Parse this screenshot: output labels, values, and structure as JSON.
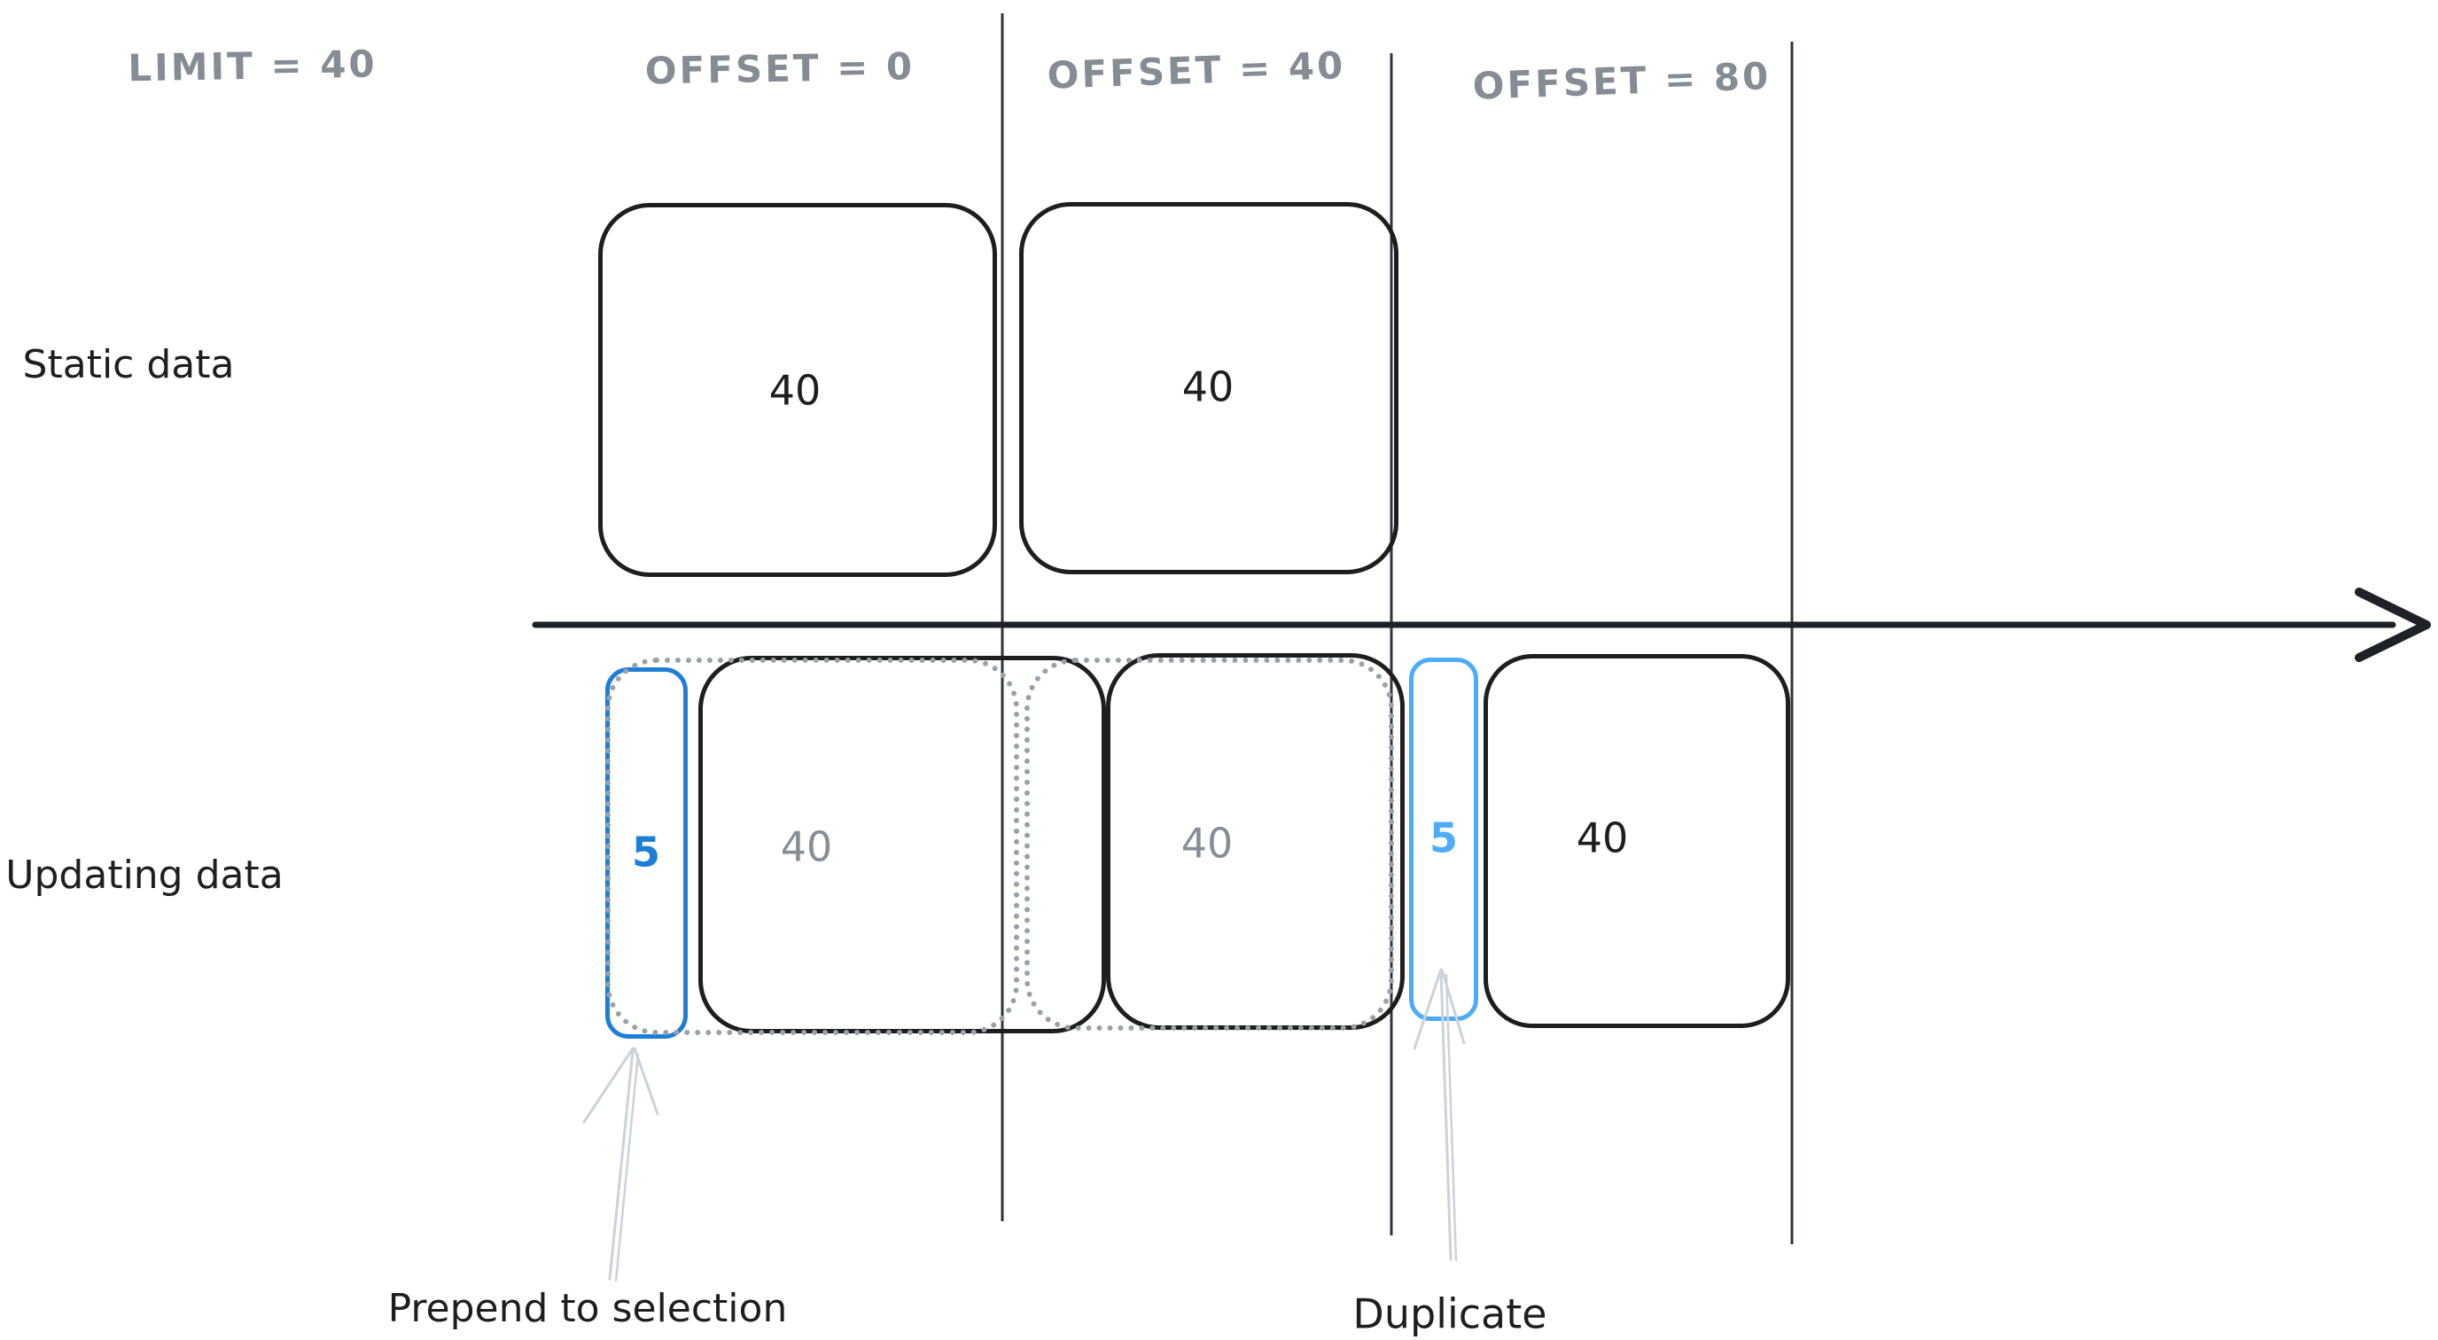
{
  "headers": {
    "limit": "LIMIT = 40",
    "offset_0": "OFFSET = 0",
    "offset_40": "OFFSET = 40",
    "offset_80": "OFFSET = 80"
  },
  "row_labels": {
    "static": "Static data",
    "updating": "Updating data"
  },
  "static_row": {
    "box1_count": "40",
    "box2_count": "40"
  },
  "updating_row": {
    "prepended_count": "5",
    "box1_count": "40",
    "box2_count": "40",
    "duplicated_count": "5",
    "box3_count": "40"
  },
  "annotations": {
    "prepend": "Prepend to selection",
    "duplicate": "Duplicate"
  },
  "colors": {
    "ink": "#1e1e1e",
    "muted_gray": "#868e96",
    "header_gray": "#858c94",
    "blue_primary": "#1c7ed6",
    "blue_light": "#4dabf7",
    "ghost_dotted": "#99a1a8",
    "annotation_arrow": "#ccd2d9",
    "divider": "#2f3640"
  }
}
